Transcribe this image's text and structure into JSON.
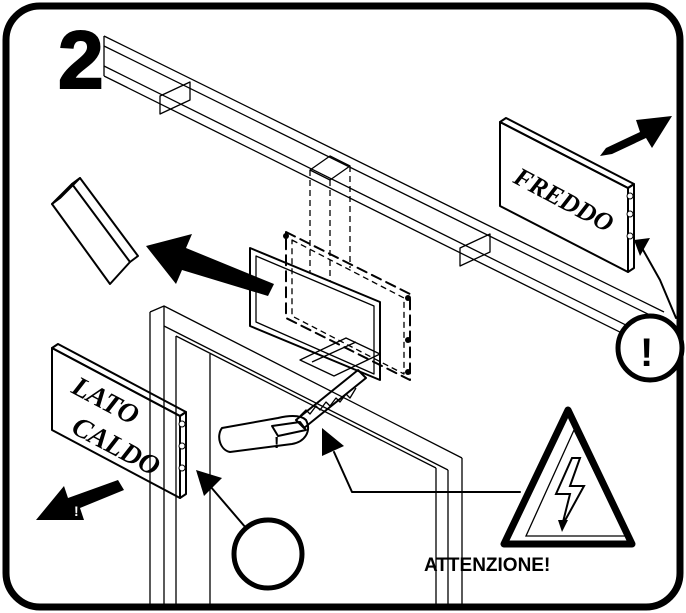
{
  "step": {
    "number": "2"
  },
  "signs": {
    "freddo": {
      "label": "FREDDO"
    },
    "caldo": {
      "line1": "LATO",
      "line2": "CALDO"
    }
  },
  "warning": {
    "label": "ATTENZIONE!"
  },
  "markers": {
    "exclamation": "!"
  },
  "colors": {
    "ink": "#000000",
    "background": "#ffffff"
  },
  "icons": [
    "step-number",
    "arrow-icon",
    "circle-marker",
    "warning-triangle-icon",
    "lightning-icon",
    "saw-icon"
  ]
}
